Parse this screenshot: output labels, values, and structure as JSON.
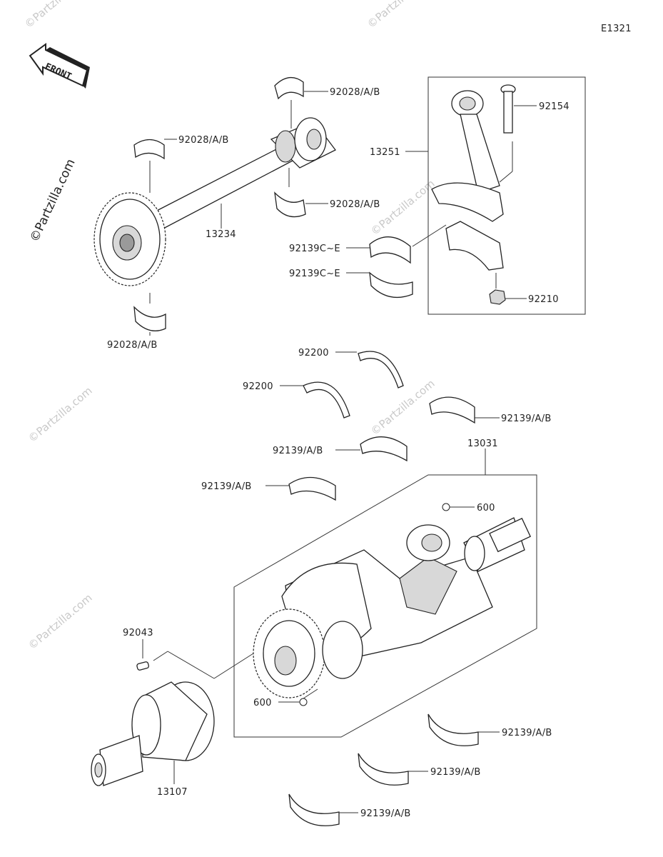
{
  "diagram_code": "E1321",
  "front_label": "FRONT",
  "watermark_text": "©Partzilla.com",
  "labels": {
    "p92028_top": "92028/A/B",
    "p92028_left": "92028/A/B",
    "p92028_mid": "92028/A/B",
    "p92028_bottom": "92028/A/B",
    "p13234": "13234",
    "p13251": "13251",
    "p92154": "92154",
    "p92139ce_1": "92139C~E",
    "p92139ce_2": "92139C~E",
    "p92210": "92210",
    "p92200_1": "92200",
    "p92200_2": "92200",
    "p92139_r1": "92139/A/B",
    "p92139_l1": "92139/A/B",
    "p92139_l2": "92139/A/B",
    "p13031": "13031",
    "p600_top": "600",
    "p600_bottom": "600",
    "p92043": "92043",
    "p13107": "13107",
    "p92139_b1": "92139/A/B",
    "p92139_b2": "92139/A/B",
    "p92139_b3": "92139/A/B"
  }
}
